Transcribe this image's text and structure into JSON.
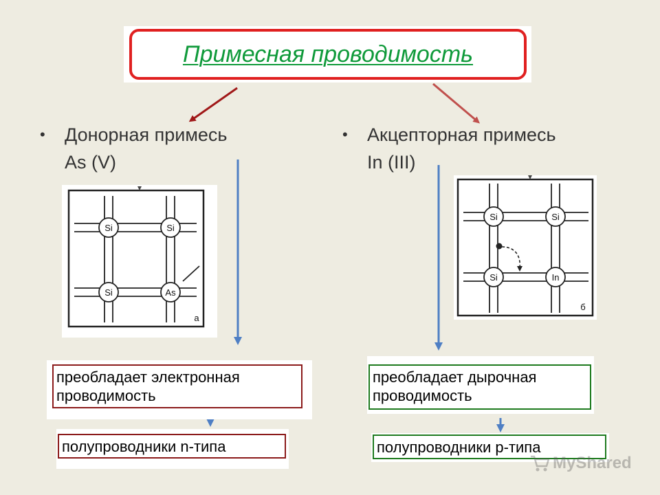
{
  "title": "Примесная проводимость",
  "left": {
    "bullet_line1": "Донорная примесь",
    "bullet_line2": "As (V)",
    "atoms": [
      "Si",
      "Si",
      "Si",
      "As"
    ],
    "panel_letter": "а",
    "result": "преобладает электронная проводимость",
    "result_line1": "преобладает электронная",
    "result_line2": "проводимость",
    "type": "полупроводники n-типа"
  },
  "right": {
    "bullet_line1": "Акцепторная примесь",
    "bullet_line2": "In (III)",
    "atoms": [
      "Si",
      "Si",
      "Si",
      "In"
    ],
    "panel_letter": "б",
    "result_line1": "преобладает дырочная",
    "result_line2": "проводимость",
    "type": "полупроводники p-типа"
  },
  "watermark": "MyShared",
  "colors": {
    "background": "#eeece1",
    "title_text": "#0f9a3a",
    "title_border": "#e02020",
    "arrow_red": "#a01818",
    "arrow_blue": "#4f7fc4",
    "box_red": "#8b1a1a",
    "box_green": "#1d7a1d"
  }
}
